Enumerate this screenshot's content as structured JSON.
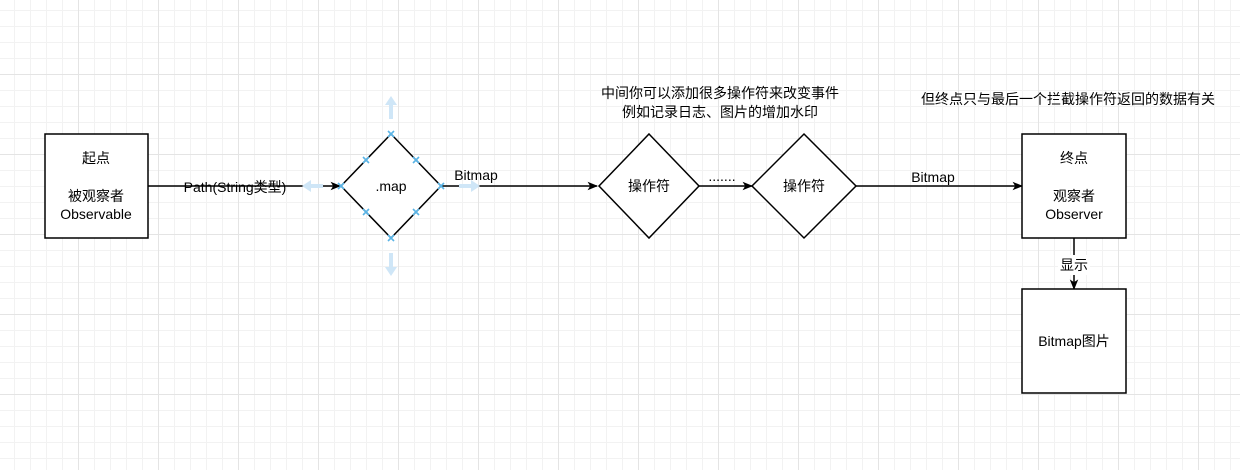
{
  "start_node": {
    "title": "起点",
    "line1": "被观察者",
    "line2": "Observable"
  },
  "map_node": {
    "label": ".map"
  },
  "edge_path_label": "Path(String类型)",
  "edge_bitmap_label_1": "Bitmap",
  "op_node_1": {
    "label": "操作符"
  },
  "ellipsis_label": ".......",
  "op_node_2": {
    "label": "操作符"
  },
  "edge_bitmap_label_2": "Bitmap",
  "note_middle": {
    "line1": "中间你可以添加很多操作符来改变事件",
    "line2": "例如记录日志、图片的增加水印"
  },
  "note_right": "但终点只与最后一个拦截操作符返回的数据有关",
  "end_node": {
    "title": "终点",
    "line1": "观察者",
    "line2": "Observer"
  },
  "edge_show_label": "显示",
  "bitmap_node": {
    "label": "Bitmap图片"
  },
  "colors": {
    "selection": "#5ab4e6",
    "hint_arrow": "#cfe6f7",
    "grid": "#e4e4e4"
  }
}
